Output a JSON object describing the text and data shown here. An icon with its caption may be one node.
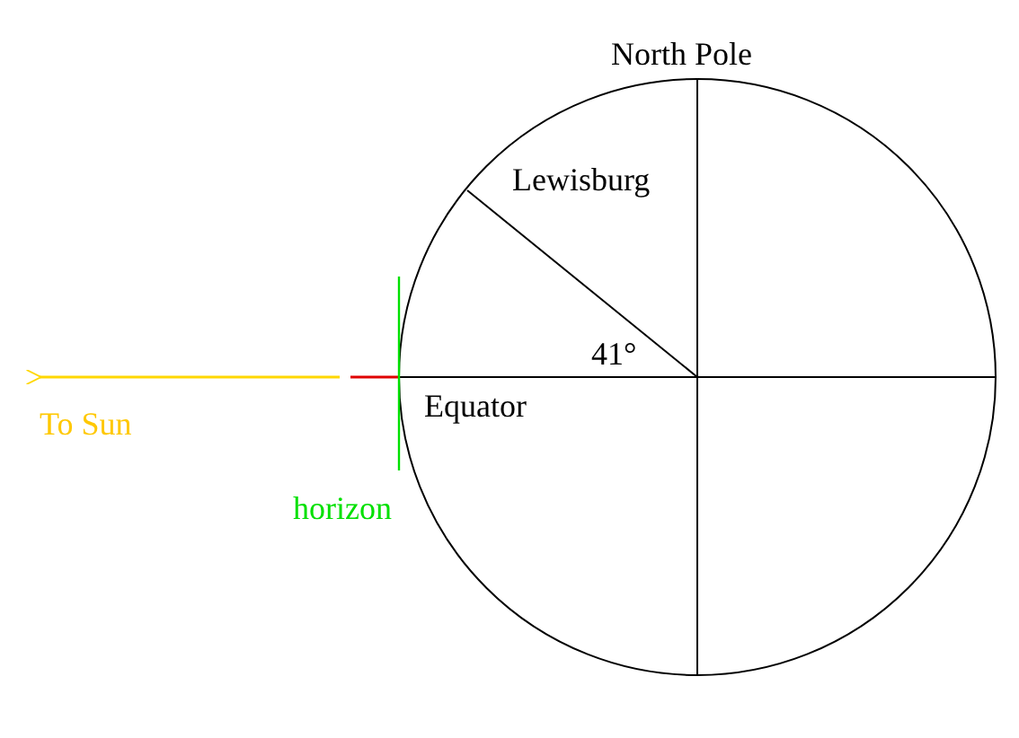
{
  "diagram": {
    "labels": [
      "North Pole",
      "Lewisburg",
      "41°",
      "Equator",
      "To Sun",
      "horizon"
    ]
  }
}
